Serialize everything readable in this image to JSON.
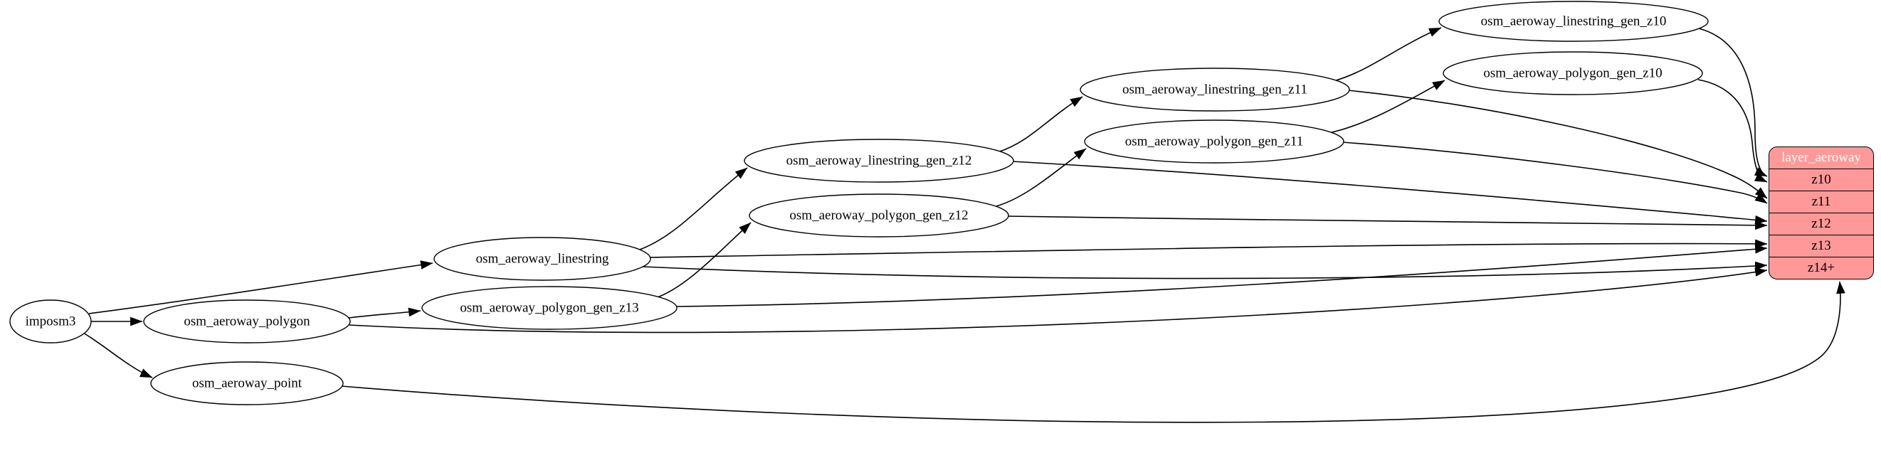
{
  "diagram": {
    "type": "etl-graph",
    "background": "#ffffff",
    "colors": {
      "node_fill": "#ffffff",
      "node_border": "#000000",
      "edge": "#000000",
      "record_fill": "#ff9999",
      "record_border": "#000000",
      "record_title_text": "#ffffff",
      "record_row_text": "#000000"
    },
    "nodes": [
      {
        "id": "imposm3",
        "label": "imposm3"
      },
      {
        "id": "osm_aeroway_polygon",
        "label": "osm_aeroway_polygon"
      },
      {
        "id": "osm_aeroway_point",
        "label": "osm_aeroway_point"
      },
      {
        "id": "osm_aeroway_linestring",
        "label": "osm_aeroway_linestring"
      },
      {
        "id": "osm_aeroway_polygon_gen_z13",
        "label": "osm_aeroway_polygon_gen_z13"
      },
      {
        "id": "osm_aeroway_linestring_gen_z12",
        "label": "osm_aeroway_linestring_gen_z12"
      },
      {
        "id": "osm_aeroway_polygon_gen_z12",
        "label": "osm_aeroway_polygon_gen_z12"
      },
      {
        "id": "osm_aeroway_linestring_gen_z11",
        "label": "osm_aeroway_linestring_gen_z11"
      },
      {
        "id": "osm_aeroway_polygon_gen_z11",
        "label": "osm_aeroway_polygon_gen_z11"
      },
      {
        "id": "osm_aeroway_linestring_gen_z10",
        "label": "osm_aeroway_linestring_gen_z10"
      },
      {
        "id": "osm_aeroway_polygon_gen_z10",
        "label": "osm_aeroway_polygon_gen_z10"
      }
    ],
    "record": {
      "id": "layer_aeroway",
      "title": "layer_aeroway",
      "rows": [
        "z10",
        "z11",
        "z12",
        "z13",
        "z14+"
      ]
    },
    "edges": [
      {
        "from": "imposm3",
        "to": "osm_aeroway_polygon"
      },
      {
        "from": "imposm3",
        "to": "osm_aeroway_point"
      },
      {
        "from": "imposm3",
        "to": "osm_aeroway_linestring"
      },
      {
        "from": "osm_aeroway_linestring",
        "to": "osm_aeroway_linestring_gen_z12"
      },
      {
        "from": "osm_aeroway_linestring_gen_z12",
        "to": "osm_aeroway_linestring_gen_z11"
      },
      {
        "from": "osm_aeroway_linestring_gen_z11",
        "to": "osm_aeroway_linestring_gen_z10"
      },
      {
        "from": "osm_aeroway_polygon",
        "to": "osm_aeroway_polygon_gen_z13"
      },
      {
        "from": "osm_aeroway_polygon_gen_z13",
        "to": "osm_aeroway_polygon_gen_z12"
      },
      {
        "from": "osm_aeroway_polygon_gen_z12",
        "to": "osm_aeroway_polygon_gen_z11"
      },
      {
        "from": "osm_aeroway_polygon_gen_z11",
        "to": "osm_aeroway_polygon_gen_z10"
      },
      {
        "from": "osm_aeroway_linestring_gen_z10",
        "to": "layer_aeroway",
        "field": "z10"
      },
      {
        "from": "osm_aeroway_polygon_gen_z10",
        "to": "layer_aeroway",
        "field": "z10"
      },
      {
        "from": "osm_aeroway_linestring_gen_z11",
        "to": "layer_aeroway",
        "field": "z11"
      },
      {
        "from": "osm_aeroway_polygon_gen_z11",
        "to": "layer_aeroway",
        "field": "z11"
      },
      {
        "from": "osm_aeroway_linestring_gen_z12",
        "to": "layer_aeroway",
        "field": "z12"
      },
      {
        "from": "osm_aeroway_polygon_gen_z12",
        "to": "layer_aeroway",
        "field": "z12"
      },
      {
        "from": "osm_aeroway_linestring",
        "to": "layer_aeroway",
        "field": "z13"
      },
      {
        "from": "osm_aeroway_polygon_gen_z13",
        "to": "layer_aeroway",
        "field": "z13"
      },
      {
        "from": "osm_aeroway_linestring",
        "to": "layer_aeroway",
        "field": "z14+"
      },
      {
        "from": "osm_aeroway_polygon",
        "to": "layer_aeroway",
        "field": "z14+"
      },
      {
        "from": "osm_aeroway_point",
        "to": "layer_aeroway",
        "field": "z14+"
      }
    ]
  }
}
